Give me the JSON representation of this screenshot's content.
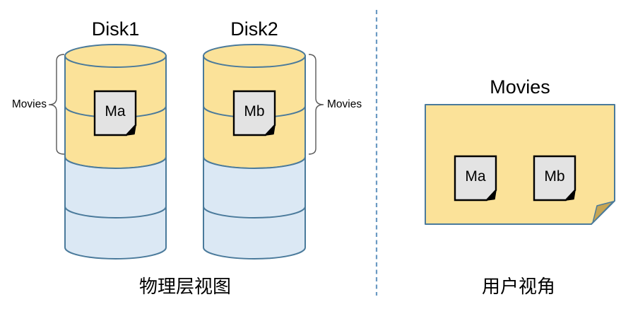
{
  "left_panel": {
    "caption": "物理层视图",
    "disk1": {
      "title": "Disk1",
      "file": "Ma",
      "bracket_label": "Movies"
    },
    "disk2": {
      "title": "Disk2",
      "file": "Mb",
      "bracket_label": "Movies"
    }
  },
  "right_panel": {
    "caption": "用户视角",
    "folder_title": "Movies",
    "file1": "Ma",
    "file2": "Mb"
  },
  "colors": {
    "disk_yellow": "#FBE299",
    "disk_blue": "#DBE8F4",
    "outline_blue": "#4A7A9B",
    "divider_dash_blue": "#6B9AC3",
    "fold_tan": "#C7A553",
    "file_icon_gray": "#E3E3E3",
    "brace_gray": "#595959",
    "text_black": "#000000"
  }
}
